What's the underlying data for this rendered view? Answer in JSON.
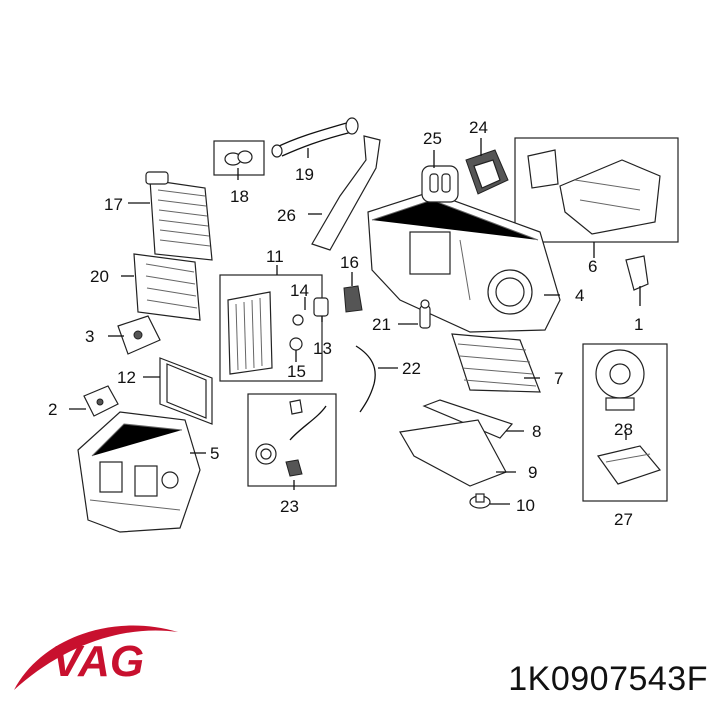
{
  "callouts": {
    "c1": "1",
    "c2": "2",
    "c3": "3",
    "c4": "4",
    "c5": "5",
    "c6": "6",
    "c7": "7",
    "c8": "8",
    "c9": "9",
    "c10": "10",
    "c11": "11",
    "c12": "12",
    "c13": "13",
    "c14": "14",
    "c15": "15",
    "c16": "16",
    "c17": "17",
    "c18": "18",
    "c19": "19",
    "c20": "20",
    "c21": "21",
    "c22": "22",
    "c23": "23",
    "c24": "24",
    "c25": "25",
    "c26": "26",
    "c27": "27",
    "c28": "28"
  },
  "brand": {
    "logo_text": "VAG",
    "color": "#c8102e"
  },
  "part_number": "1K0907543F"
}
